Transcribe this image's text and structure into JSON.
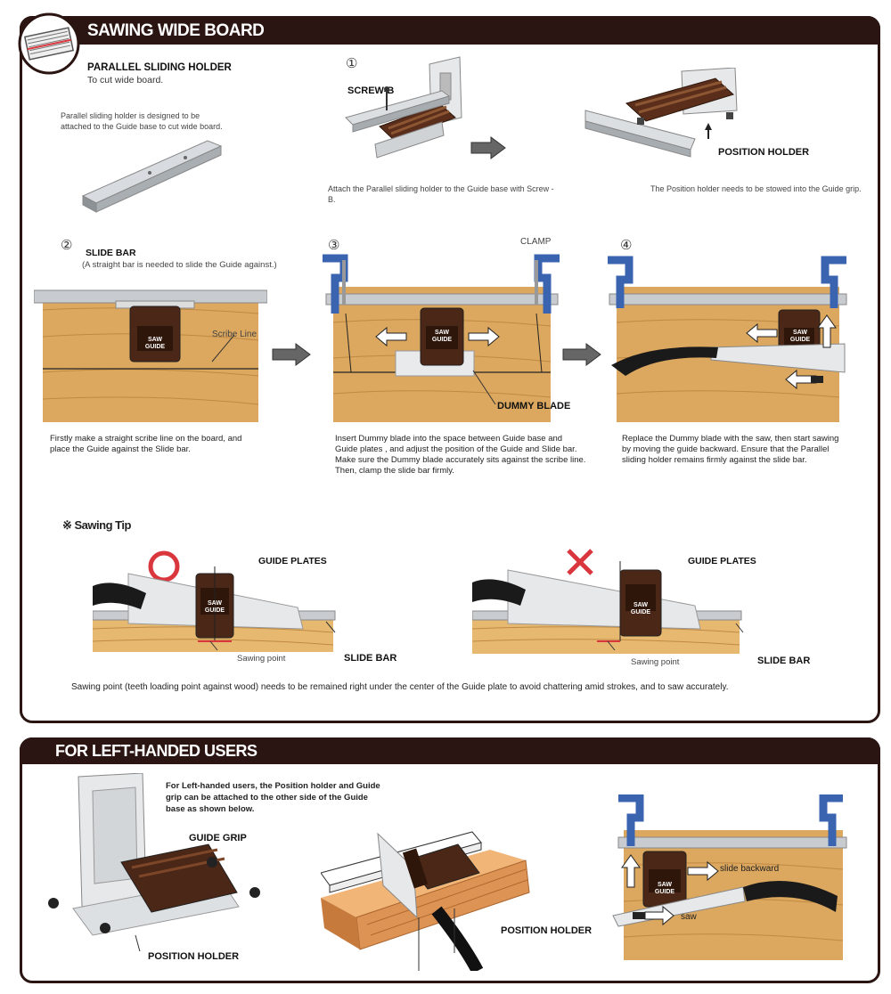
{
  "section1": {
    "title": "SAWING WIDE BOARD",
    "parallel_holder": {
      "title": "PARALLEL SLIDING HOLDER",
      "subtitle": "To cut wide board."
    },
    "parallel_note": "Parallel sliding holder is designed to be attached to the Guide base to cut wide board.",
    "step1": {
      "num": "①",
      "screw_label": "SCREW-B",
      "caption": "Attach the Parallel sliding holder to the Guide base with Screw -B."
    },
    "position_holder": {
      "label": "POSITION HOLDER",
      "caption": "The Position holder needs to be stowed into the Guide grip."
    },
    "step2": {
      "num": "②",
      "label": "SLIDE BAR",
      "sublabel": "(A straight bar is needed to slide the Guide against.)",
      "scribe": "Scribe Line",
      "caption": "Firstly make a straight scribe line on the board, and place the Guide against the Slide bar."
    },
    "step3": {
      "num": "③",
      "clamp": "CLAMP",
      "dummy": "DUMMY BLADE",
      "caption": "Insert Dummy blade into the space between Guide base and Guide plates , and adjust the position of the Guide and Slide bar. Make sure the Dummy blade accurately sits against the scribe line. Then, clamp the slide bar firmly."
    },
    "step4": {
      "num": "④",
      "caption": "Replace the Dummy blade with the saw, then start sawing by moving the guide backward. Ensure that the Parallel sliding holder remains firmly against the slide bar."
    },
    "tip": {
      "title": "※ Sawing Tip",
      "guide_plates": "GUIDE PLATES",
      "sawing_point": "Sawing point",
      "slide_bar": "SLIDE BAR",
      "caption": "Sawing point (teeth loading point against wood) needs to be remained right under the center of the Guide plate to avoid chattering amid strokes, and to saw accurately."
    }
  },
  "section2": {
    "title": "FOR LEFT-HANDED USERS",
    "caption": "For Left-handed users, the Position holder and Guide grip can be attached to the other side of the Guide base as shown below.",
    "guide_grip": "GUIDE GRIP",
    "position_holder": "POSITION HOLDER",
    "position_holder2": "POSITION HOLDER",
    "slide_backward": "slide backward",
    "saw": "saw"
  },
  "guide_text": {
    "line1": "SAW",
    "line2": "GUIDE"
  },
  "colors": {
    "header": "#2a1512",
    "wood": "#dca75e",
    "wood_dark": "#b57d36",
    "blue": "#3a64b0",
    "grip": "#4a2716",
    "red": "#d9363e",
    "metal": "#c8ccd0"
  }
}
